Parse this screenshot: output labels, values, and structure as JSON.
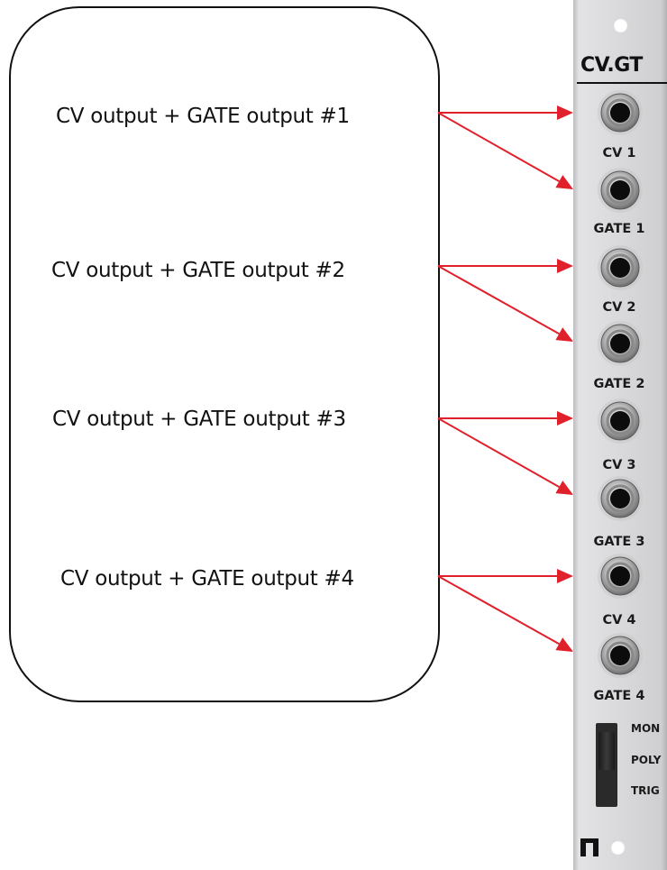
{
  "outputs": [
    {
      "label": "CV output + GATE output #1"
    },
    {
      "label": "CV output + GATE output #2"
    },
    {
      "label": "CV output + GATE output #3"
    },
    {
      "label": "CV output + GATE output #4"
    }
  ],
  "module": {
    "title": "CV.GT",
    "jacks": [
      "CV 1",
      "GATE 1",
      "CV 2",
      "GATE 2",
      "CV 3",
      "GATE 3",
      "CV 4",
      "GATE 4"
    ],
    "switch_positions": [
      "MON",
      "POLY",
      "TRIG"
    ]
  },
  "colors": {
    "arrow": "#e0202a",
    "panel": "#d9d9db"
  }
}
